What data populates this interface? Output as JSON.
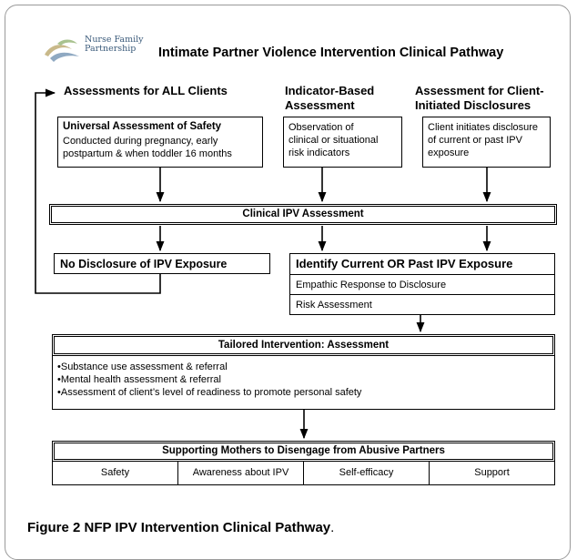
{
  "title": "Intimate Partner Violence Intervention Clinical Pathway",
  "logo": {
    "line1": "Nurse Family",
    "line2": "Partnership"
  },
  "columns": {
    "all_clients": "Assessments for ALL Clients",
    "indicator": [
      "Indicator-Based",
      "Assessment"
    ],
    "client_initiated": [
      "Assessment for Client-",
      "Initiated Disclosures"
    ]
  },
  "boxes": {
    "universal": {
      "title": "Universal Assessment of Safety",
      "lines": [
        "Conducted during pregnancy, early",
        "postpartum & when toddler 16 months"
      ]
    },
    "observation": {
      "lines": [
        "Observation of",
        "clinical or situational",
        "risk indicators"
      ]
    },
    "client_disclosure": {
      "lines": [
        "Client initiates disclosure",
        "of current or past IPV",
        "exposure"
      ]
    },
    "clinical_ipv": "Clinical IPV Assessment",
    "no_disclosure": "No Disclosure of IPV Exposure",
    "identify": "Identify Current OR Past IPV Exposure",
    "empathic": "Empathic Response to Disclosure",
    "risk": "Risk Assessment",
    "tailored": "Tailored Intervention: Assessment",
    "tailored_items": [
      "•Substance use assessment & referral",
      "•Mental health assessment & referral",
      "•Assessment of client’s level of readiness to promote personal safety"
    ],
    "supporting": "Supporting Mothers to Disengage from Abusive Partners",
    "supporting_cells": [
      "Safety",
      "Awareness about IPV",
      "Self-efficacy",
      "Support"
    ]
  },
  "caption": {
    "label": "Figure 2",
    "text": "NFP IPV Intervention Clinical Pathway",
    "end": "."
  }
}
